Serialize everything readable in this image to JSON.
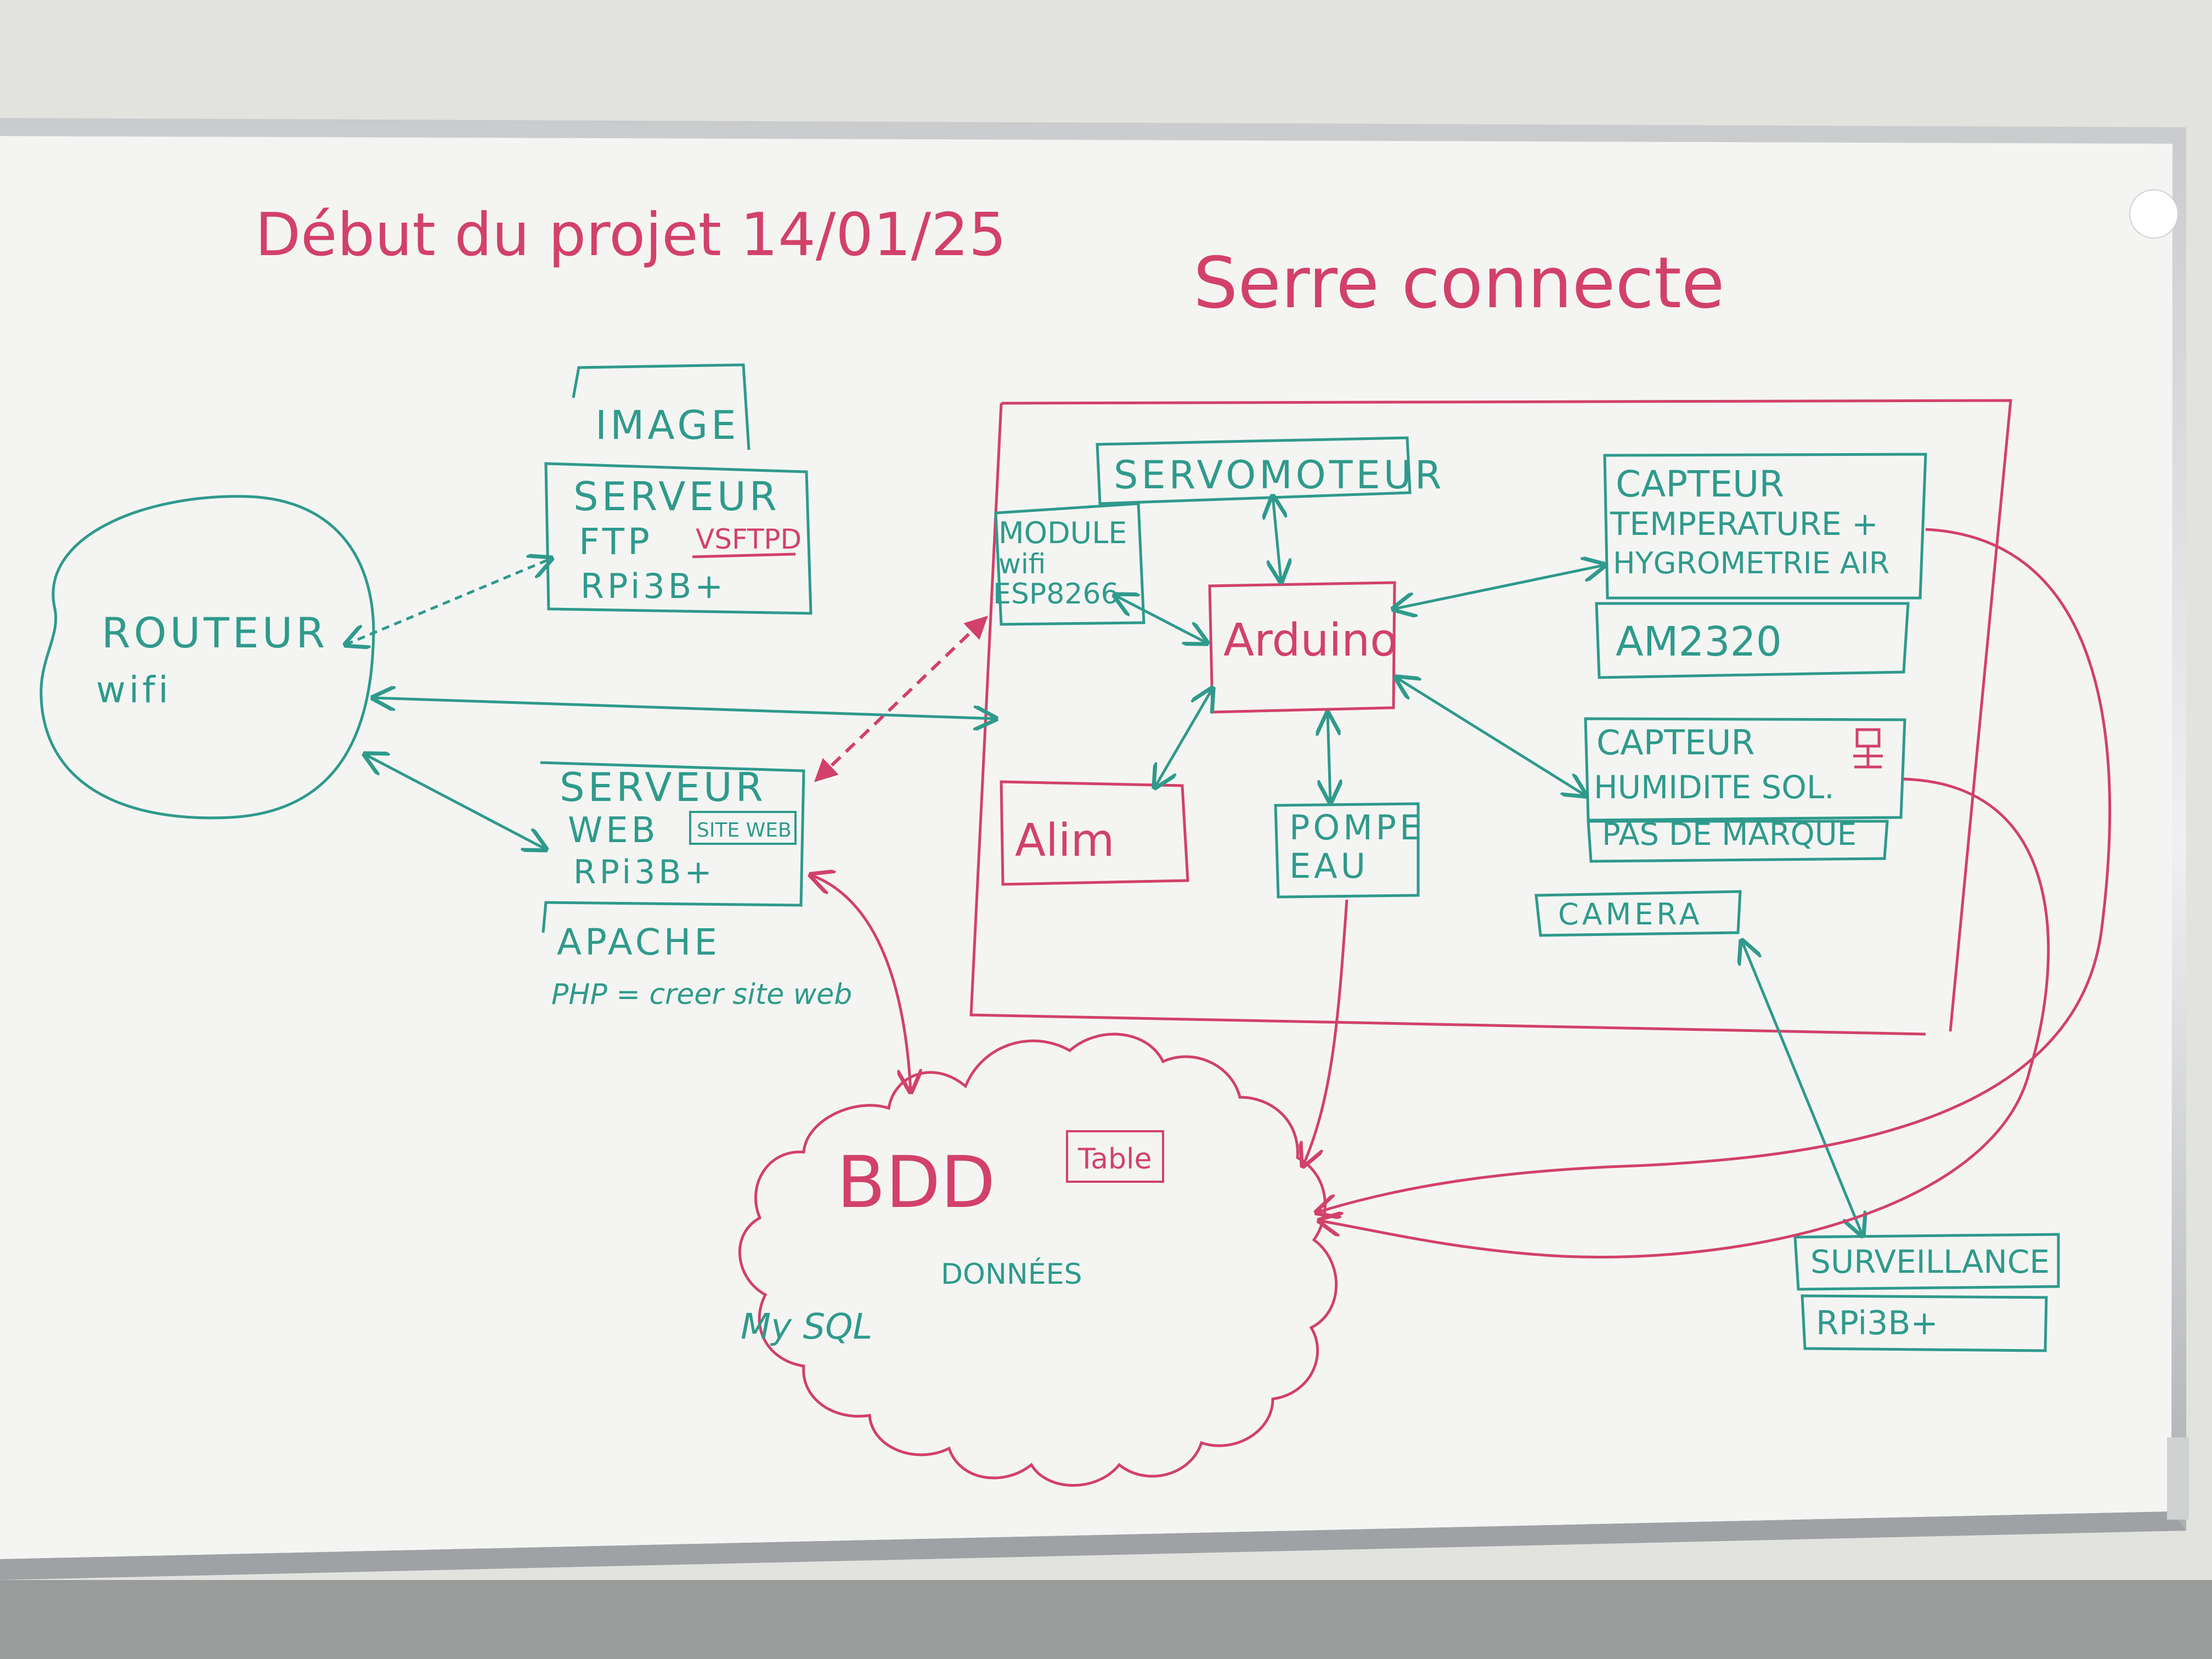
{
  "board": {
    "title": "Début du projet 14/01/25",
    "subtitle": "Serre connecte",
    "colors": {
      "teal_marker": "#2f9a8c",
      "pink_marker": "#d2416a",
      "board": "#f4f5f3"
    }
  },
  "routeur": {
    "line1": "ROUTEUR",
    "line2": "wifi"
  },
  "image_box": {
    "label": "IMAGE"
  },
  "ftp_server": {
    "line1": "SERVEUR",
    "line2": "FTP",
    "software": "VSFTPD",
    "line3": "RPi3B+"
  },
  "web_server": {
    "line1": "SERVEUR",
    "line2": "WEB",
    "tag": "SITE WEB",
    "line3": "RPi3B+",
    "below1": "APACHE",
    "below2": "PHP = creer site web"
  },
  "servomoteur": {
    "label": "SERVOMOTEUR"
  },
  "wifi_module": {
    "line1": "MODULE",
    "line2": "wifi",
    "line3": "ESP8266"
  },
  "arduino": {
    "label": "Arduino"
  },
  "alim": {
    "label": "Alim"
  },
  "pompe": {
    "line1": "POMPE",
    "line2": "EAU"
  },
  "capteur_temp": {
    "line1": "CAPTEUR",
    "line2": "TEMPERATURE +",
    "line3": "HYGROMETRIE AIR",
    "model": "AM2320"
  },
  "capteur_sol": {
    "line1": "CAPTEUR",
    "line2": "HUMIDITE SOL.",
    "model": "PAS DE MARQUE"
  },
  "camera": {
    "label": "CAMERA"
  },
  "surveillance": {
    "line1": "SURVEILLANCE",
    "line2": "RPi3B+"
  },
  "bdd": {
    "label": "BDD",
    "table": "Table",
    "donnees": "DONNÉES",
    "engine": "My SQL"
  }
}
